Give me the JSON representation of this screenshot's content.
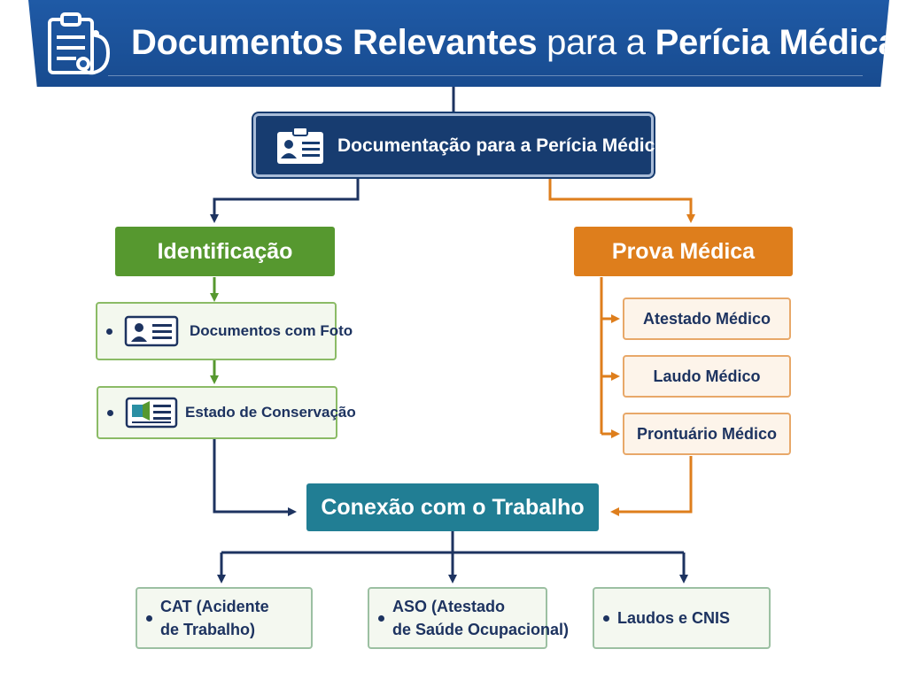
{
  "header": {
    "title_bold_1": "Documentos Relevantes",
    "title_thin": "para a",
    "title_bold_2": "Perícia Médica"
  },
  "root": {
    "label": "Documentação para a Perícia Médica"
  },
  "identification": {
    "title": "Identificação",
    "items": [
      {
        "label": "Documentos com Foto"
      },
      {
        "label": "Estado de Conservação"
      }
    ]
  },
  "medical_proof": {
    "title": "Prova Médica",
    "items": [
      {
        "label": "Atestado Médico"
      },
      {
        "label": "Laudo Médico"
      },
      {
        "label": "Prontuário Médico"
      }
    ]
  },
  "work_connection": {
    "title": "Conexão com o Trabalho",
    "items": [
      {
        "line1": "CAT (Acidente",
        "line2": "de Trabalho)"
      },
      {
        "line1": "ASO (Atestado",
        "line2": "de Saúde Ocupacional)"
      },
      {
        "line1": "Laudos e CNIS",
        "line2": ""
      }
    ]
  },
  "icons": {
    "banner": "clipboard-stethoscope-icon",
    "root": "id-card-icon",
    "photo_document": "id-card-icon",
    "conservation": "document-card-icon"
  },
  "colors": {
    "banner": "#1f5aa6",
    "root": "#173c70",
    "identification": "#56982f",
    "medical_proof": "#de7e1c",
    "work_connection": "#217e94",
    "connector_navy": "#1d3360"
  }
}
